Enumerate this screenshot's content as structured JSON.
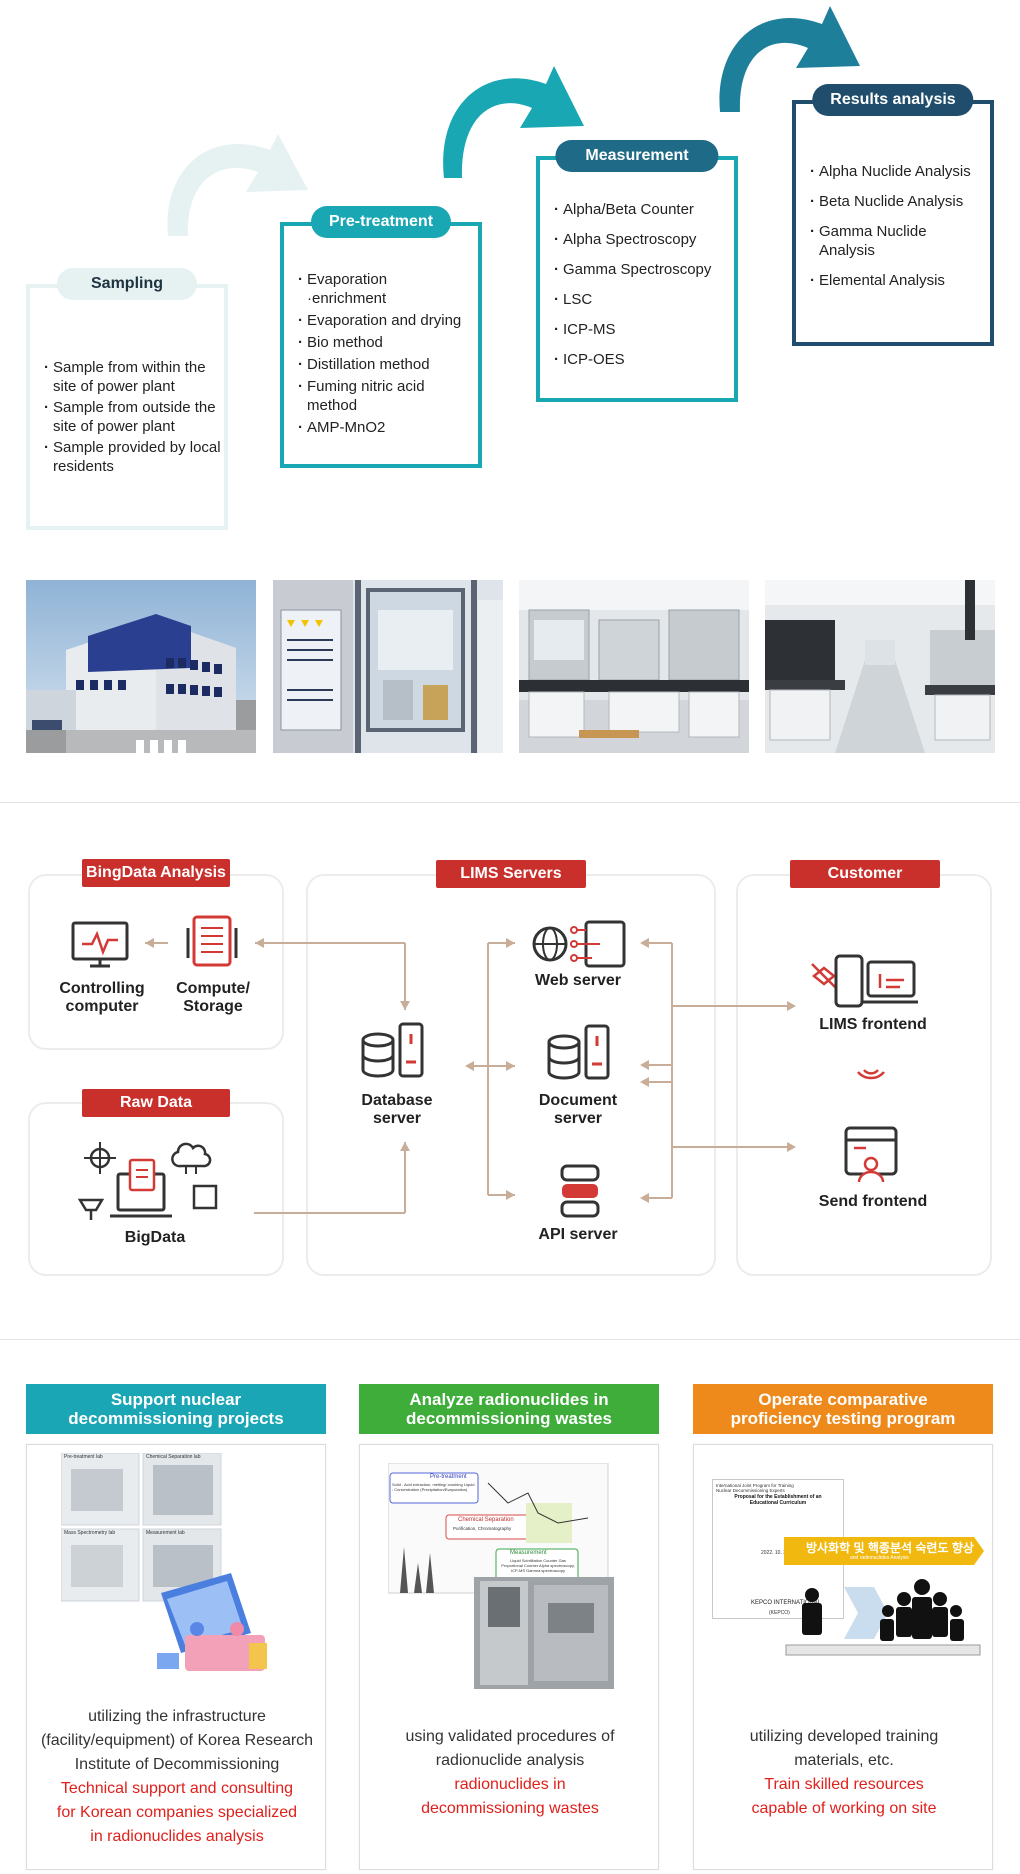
{
  "process": {
    "sampling": {
      "title": "Sampling",
      "items": [
        "Sample from within the site of power plant",
        "Sample from outside the site of power plant",
        "Sample provided by local residents"
      ]
    },
    "pretreatment": {
      "title": "Pre-treatment",
      "items": [
        "Evaporation ·enrichment",
        "Evaporation and drying",
        "Bio method",
        "Distillation method",
        "Fuming nitric acid method",
        "AMP-MnO2"
      ]
    },
    "measurement": {
      "title": "Measurement",
      "items": [
        "Alpha/Beta Counter",
        "Alpha Spectroscopy",
        "Gamma Spectroscopy",
        "LSC",
        "ICP-MS",
        "ICP-OES"
      ]
    },
    "results": {
      "title": "Results analysis",
      "items": [
        "Alpha Nuclide Analysis",
        "Beta Nuclide Analysis",
        "Gamma Nuclide Analysis",
        "Elemental Analysis"
      ]
    }
  },
  "lims": {
    "groups": {
      "bigdata_analysis": "BingData Analysis",
      "lims_servers": "LIMS Servers",
      "customer": "Customer",
      "raw_data": "Raw Data"
    },
    "nodes": {
      "controlling_computer": "Controlling computer",
      "compute_storage": "Compute/ Storage",
      "bigdata": "BigData",
      "database_server": "Database server",
      "web_server": "Web server",
      "document_server": "Document server",
      "api_server": "API server",
      "lims_frontend": "LIMS frontend",
      "send_frontend": "Send frontend"
    }
  },
  "cards": [
    {
      "title": "Support nuclear decommissioning projects",
      "color": "#1aa6b5",
      "text": "utilizing the infrastructure (facility/equipment) of Korea Research Institute of Decommissioning",
      "highlight": "Technical support and consulting for Korean companies specialized in radionuclides analysis",
      "thumb_labels": [
        "Pre-treatment lab",
        "Chemical Separation lab",
        "Mass Spectrometry lab",
        "Measurement lab"
      ]
    },
    {
      "title": "Analyze radionuclides in decommissioning wastes",
      "color": "#3ead3a",
      "text": "using validated procedures of radionuclide analysis",
      "highlight": "radionuclides in decommissioning wastes",
      "diagram": {
        "pretreatment_title": "Pre-treatment",
        "pretreatment_text": "Solid : Acid extraction, melting/ crushing Liquid : Concentration (Precipitation/Evaporation)",
        "chemsep_title": "Chemical Separation",
        "chemsep_text": "Purification, Chromatography",
        "measure_title": "Measurement",
        "measure_text": "Liquid Scintillation Counter Gas Proportional Counter Alpha spectroscopy, ICP-MS Gamma spectroscopy"
      }
    },
    {
      "title": "Operate comparative proficiency testing program",
      "color": "#ee8a1c",
      "text": "utilizing developed training materials, etc.",
      "highlight": "Train skilled resources capable of working on site",
      "doc": {
        "line1": "International Joint Program for Training",
        "line2": "Nuclear Decommissioning Experts",
        "heading": "Proposal for the Establishment of an Educational Curriculum",
        "date": "2022. 10. 3",
        "org": "KEPCO INTERNATIONAL",
        "org_sub": "(KEPCO)",
        "banner": "방사화학 및 핵종분석 숙련도 향상",
        "banner_sub": "and radionuclides Analysis"
      }
    }
  ]
}
